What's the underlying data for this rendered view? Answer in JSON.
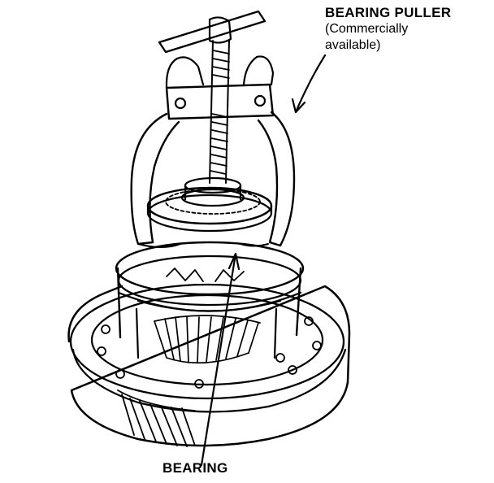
{
  "labels": {
    "puller_title": "BEARING PULLER",
    "puller_note_line1": "(Commercially",
    "puller_note_line2": "available)",
    "bearing": "BEARING"
  },
  "colors": {
    "ink": "#000000",
    "paper": "#ffffff"
  },
  "icons": {
    "puller": "bearing-puller-drawing",
    "differential": "differential-case-drawing"
  }
}
